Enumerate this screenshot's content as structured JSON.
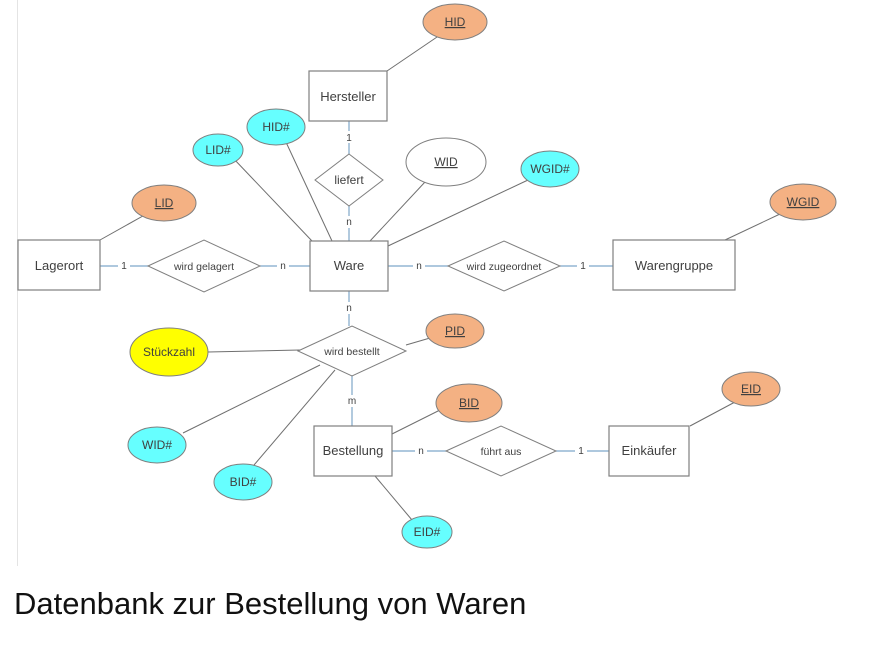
{
  "caption": "Datenbank zur Bestellung von Waren",
  "colors": {
    "primary_key_fill": "#f4b183",
    "foreign_key_fill": "#66ffff",
    "attribute_fill": "#ffff00",
    "plain_attribute_fill": "#ffffff",
    "outline": "#7f7f7f",
    "connector": "#7ea6c9"
  },
  "entities": {
    "lagerort": "Lagerort",
    "hersteller": "Hersteller",
    "ware": "Ware",
    "warengruppe": "Warengruppe",
    "bestellung": "Bestellung",
    "einkaeufer": "Einkäufer"
  },
  "relationships": {
    "liefert": "liefert",
    "wird_gelagert": "wird gelagert",
    "wird_zugeordnet": "wird zugeordnet",
    "wird_bestellt": "wird bestellt",
    "fuehrt_aus": "führt aus"
  },
  "attributes": {
    "hersteller_hid": "HID",
    "ware_hid_fk": "HID#",
    "ware_lid_fk": "LID#",
    "ware_wid": "WID",
    "ware_wgid_fk": "WGID#",
    "lagerort_lid": "LID",
    "warengruppe_wgid": "WGID",
    "bestellt_pid": "PID",
    "bestellt_stueckzahl": "Stückzahl",
    "bestellt_wid_fk": "WID#",
    "bestellt_bid_fk": "BID#",
    "bestellung_bid": "BID",
    "bestellung_eid_fk": "EID#",
    "einkaeufer_eid": "EID"
  },
  "cardinalities": {
    "hersteller_liefert": "1",
    "liefert_ware": "n",
    "lagerort_gelagert": "1",
    "gelagert_ware": "n",
    "ware_zugeordnet": "n",
    "zugeordnet_warengruppe": "1",
    "ware_bestellt": "n",
    "bestellt_bestellung": "m",
    "bestellung_fuehrt": "n",
    "fuehrt_einkaeufer": "1"
  }
}
